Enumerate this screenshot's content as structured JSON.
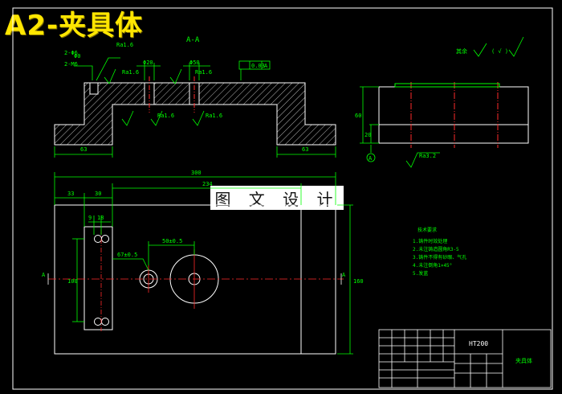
{
  "title": "A2-夹具体",
  "watermark": "图 文 设 计",
  "section_label": "A-A",
  "section_marker": "A",
  "roughness_note": "其余",
  "roughness_paren": "( √ )",
  "dims": {
    "total_length": "300",
    "inner_length": "234",
    "left_offset": "33",
    "pad_width": "30",
    "hole_a": "9",
    "hole_b": "18",
    "height_side": "160",
    "left_v": "100",
    "base_left": "63",
    "base_right": "63",
    "side_h1": "60",
    "side_h2": "20",
    "phi20": "Φ20",
    "phi50": "Φ50",
    "hole_dim": "2-Φ6",
    "thread": "2-M6",
    "depth": "Φ0",
    "center_dist": "67±0.5",
    "center_dist2": "50±0.5",
    "tol_flat": "0.03",
    "datum": "A",
    "ra16": "Ra1.6",
    "ra32": "Ra3.2"
  },
  "notes": {
    "heading": "技术要求",
    "lines": [
      "1.铸件时效处理",
      "2.未注铸造圆角R3-5",
      "3.铸件不得有砂眼、气孔",
      "4.未注倒角1×45°",
      "5.发蓝"
    ]
  },
  "title_block": {
    "material": "HT200",
    "part_name": "夹具体"
  },
  "colors": {
    "outline": "#ffffff",
    "dimension": "#00ff00",
    "center": "#ff2a2a",
    "hatch": "#ffffff",
    "accent": "#ffe600"
  }
}
